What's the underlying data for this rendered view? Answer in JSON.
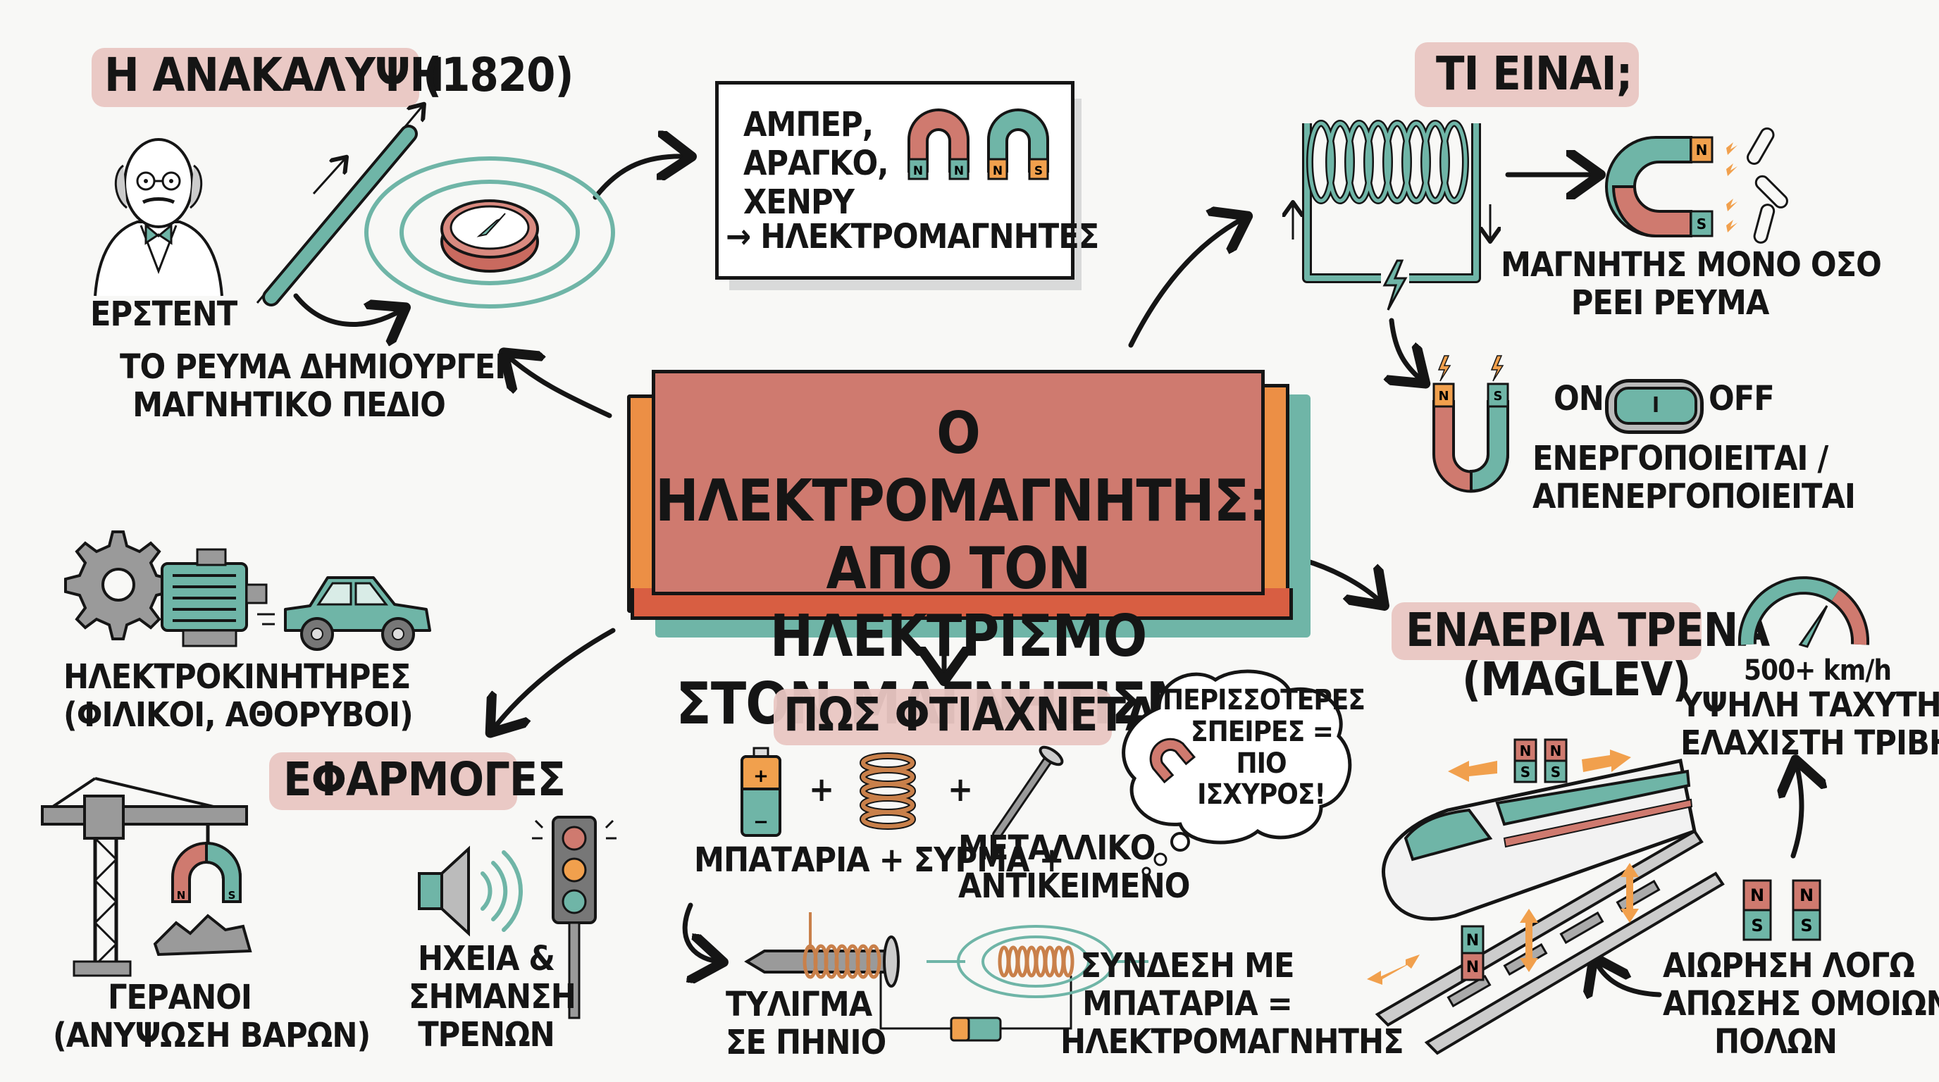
{
  "center": {
    "title_lines": [
      "Ο ΗΛΕΚΤΡΟΜΑΓΝΗΤΗΣ:",
      "ΑΠΟ ΤΟΝ ΗΛΕΚΤΡΙΣΜΟ",
      "ΣΤΟΝ ΜΑΓΝΗΤΙΣΜΟ"
    ]
  },
  "discovery": {
    "heading": "Η ΑΝΑΚΑΛΥΨΗ",
    "year": "(1820)",
    "scientist": "ΕΡΣΤΕΝΤ",
    "caption_lines": [
      "ΤΟ ΡΕΥΜΑ ΔΗΜΙΟΥΡΓΕΙ",
      "ΜΑΓΝΗΤΙΚΟ ΠΕΔΙΟ"
    ]
  },
  "pioneers": {
    "lines": [
      "ΑΜΠΕΡ,",
      "ΑΡΑΓΚΟ,",
      "ΧΕΝΡΥ"
    ],
    "result": "→ ΗΛΕΚΤΡΟΜΑΓΝΗΤΕΣ",
    "magnets": [
      {
        "poles": [
          "N",
          "N"
        ],
        "body": "red",
        "caps": "teal"
      },
      {
        "poles": [
          "N",
          "S"
        ],
        "body": "teal",
        "caps": "orange"
      }
    ]
  },
  "what_is": {
    "heading": "ΤΙ ΕΙΝΑΙ;",
    "caption_lines": [
      "ΜΑΓΝΗΤΗΣ ΜΟΝΟ ΟΣΟ",
      "ΡΕΕΙ ΡΕΥΜΑ"
    ],
    "magnet_poles": [
      "N",
      "S"
    ],
    "switch": {
      "on_label": "ON",
      "off_label": "OFF",
      "symbol": "I"
    },
    "switch_caption_lines": [
      "ΕΝΕΡΓΟΠΟΙΕΙΤΑΙ /",
      "ΑΠΕΝΕΡΓΟΠΟΙΕΙΤΑΙ"
    ],
    "u_magnet_poles": [
      "N",
      "S"
    ]
  },
  "applications": {
    "heading": "ΕΦΑΡΜΟΓΕΣ",
    "motors_lines": [
      "ΗΛΕΚΤΡΟΚΙΝΗΤΗΡΕΣ",
      "(ΦΙΛΙΚΟΙ, ΑΘΟΡΥΒΟΙ)"
    ],
    "cranes_lines": [
      "ΓΕΡΑΝΟΙ",
      "(ΑΝΥΨΩΣΗ ΒΑΡΩΝ)"
    ],
    "crane_magnet_poles": [
      "N",
      "S"
    ],
    "speakers_lines": [
      "ΗΧΕΙΑ &",
      "ΣΗΜΑΝΣΗ",
      "ΤΡΕΝΩΝ"
    ]
  },
  "how_made": {
    "heading": "ΠΩΣ ΦΤΙΑΧΝΕΤΑΙ;",
    "plus": "+",
    "battery_plus": "+",
    "battery_minus": "−",
    "ingredients_label": "ΜΠΑΤΑΡΙΑ + ΣΥΡΜΑ +",
    "object_lines": [
      "ΜΕΤΑΛΛΙΚΟ",
      "ΑΝΤΙΚΕΙΜΕΝΟ"
    ],
    "cloud_lines": [
      "ΠΕΡΙΣΣΟΤΕΡΕΣ",
      "ΣΠΕΙΡΕΣ =",
      "ΠΙΟ",
      "ΙΣΧΥΡΟΣ!"
    ],
    "wind_lines": [
      "ΤΥΛΙΓΜΑ",
      "ΣΕ ΠΗΝΙΟ"
    ],
    "connect_lines": [
      "ΣΥΝΔΕΣΗ ΜΕ",
      "ΜΠΑΤΑΡΙΑ =",
      "ΗΛΕΚΤΡΟΜΑΓΝΗΤΗΣ"
    ]
  },
  "maglev": {
    "heading": "ΕΝΑΕΡΙΑ ΤΡΕΝΑ",
    "subheading": "(MAGLEV)",
    "speed": "500+ km/h",
    "speed_caption_lines": [
      "ΥΨΗΛΗ ΤΑΧΥΤΗΤΑ,",
      "ΕΛΑΧΙΣΤΗ ΤΡΙΒΗ"
    ],
    "levitation_lines": [
      "ΑΙΩΡΗΣΗ ΛΟΓΩ",
      "ΑΠΩΣΗΣ ΟΜΟΙΩΝ",
      "ΠΟΛΩΝ"
    ],
    "roof_magnets": [
      [
        "N",
        "S"
      ],
      [
        "N",
        "S"
      ]
    ],
    "track_magnet": [
      "N",
      "N"
    ],
    "side_magnets": [
      [
        "N",
        "S"
      ],
      [
        "N",
        "S"
      ]
    ]
  },
  "colors": {
    "background": "#f8f8f6",
    "highlight": "#e9c6c2",
    "sign_red": "#cf7a6f",
    "sign_edge": "#ec8f45",
    "sign_base": "#d85e42",
    "teal": "#6fb5a7",
    "red": "#cf7a6f",
    "orange": "#f1a04d",
    "gray": "#9a9a9a",
    "copper": "#c9804a",
    "ink": "#151515"
  }
}
